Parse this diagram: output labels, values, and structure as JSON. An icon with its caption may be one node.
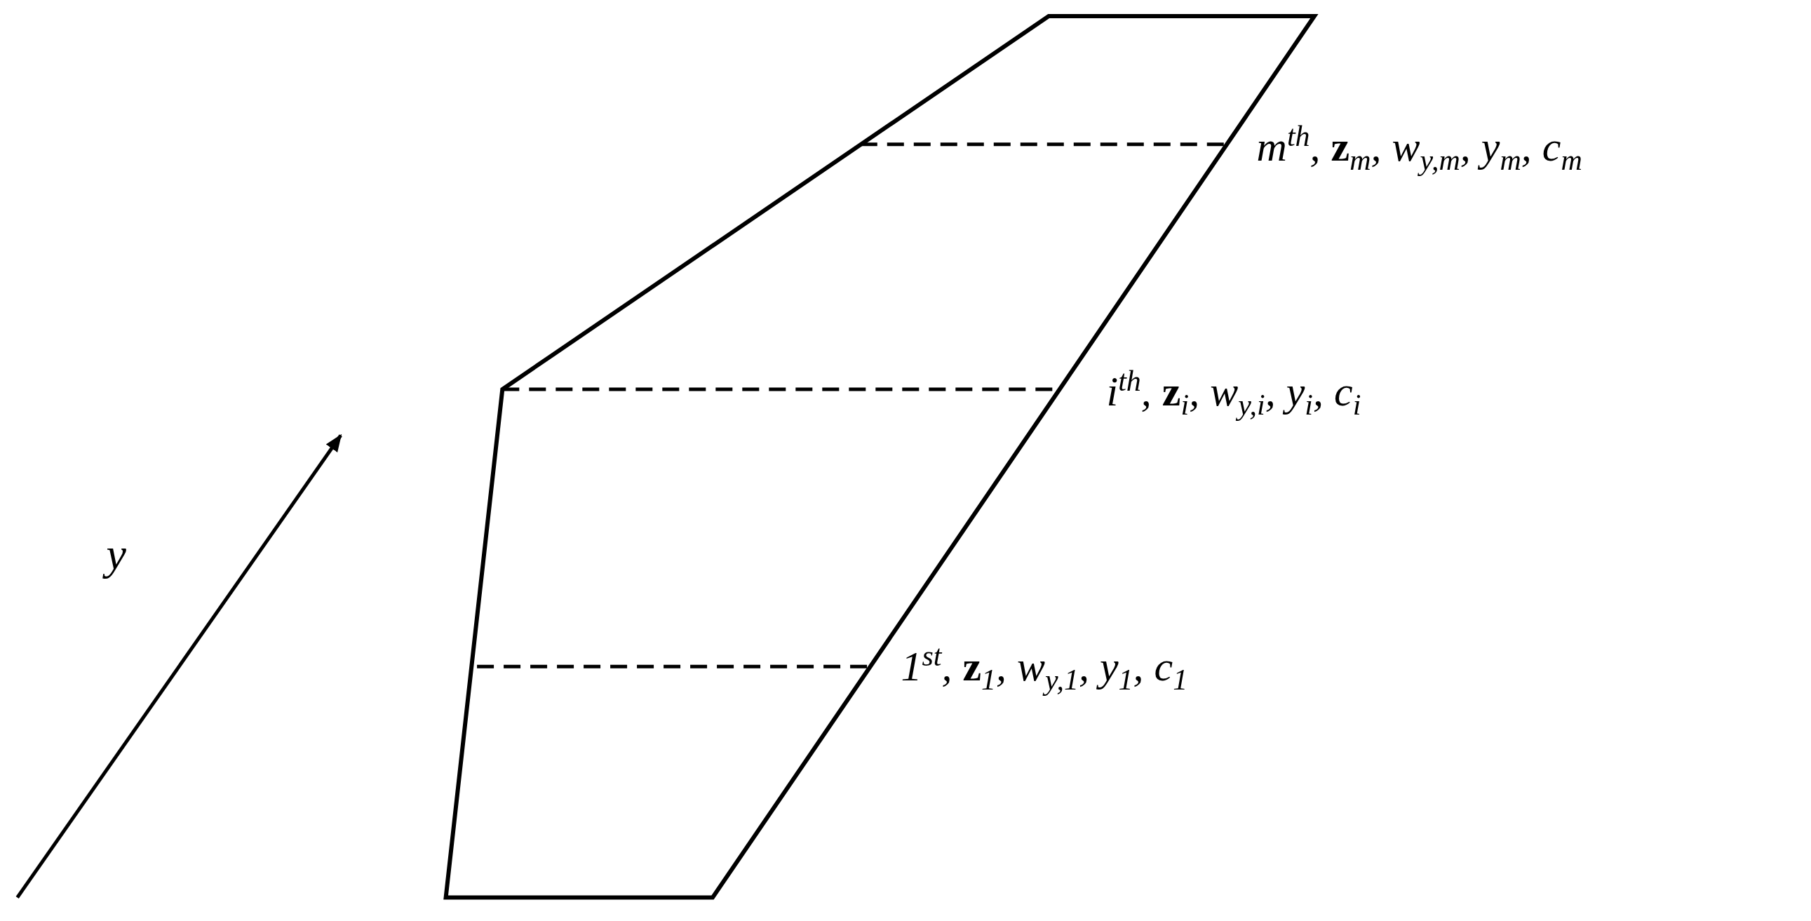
{
  "diagram": {
    "labels": [
      "m$^{th}$, **z**$_{m}$, w$_{y,m}$, y$_{m}$, c$_{m}$",
      "i$^{th}$, **z**$_{i}$, w$_{y,i}$, y$_{i}$, c$_{i}$",
      "y",
      "1$^{st}$, **z**$_{1}$, w$_{y,1}$, y$_{1}$, c$_{1}$"
    ]
  }
}
